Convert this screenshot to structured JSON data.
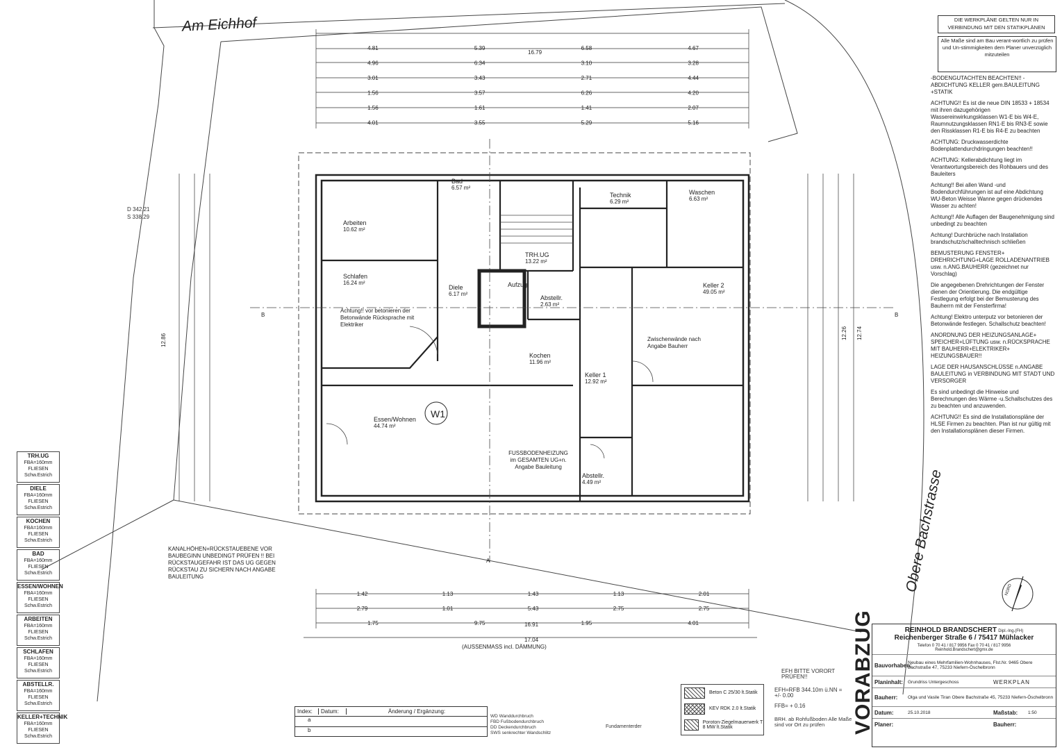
{
  "streets": {
    "north": "Am Eichhof",
    "east": "Obere Bachstrasse"
  },
  "notice": {
    "line1": "DIE WERKPLÄNE GELTEN NUR IN",
    "line2": "VERBINDUNG MIT DEN STATIKPLÄNEN",
    "check": "Alle Maße sind am Bau verant-wortlich zu prüfen und Un-stimmigkeiten dem Planer unverzüglich mitzuteilen"
  },
  "notes": [
    "-BODENGUTACHTEN BEACHTEN!! -ABDICHTUNG KELLER gem.BAULEITUNG +STATIK",
    "ACHTUNG!! Es ist die neue DIN 18533 + 18534 mit ihren dazugehörigen Wassereinwirkungsklassen W1-E bis W4-E, Raumnutzungsklassen RN1-E bis RN3-E sowie den Rissklassen R1-E bis R4-E zu beachten",
    "ACHTUNG: Druckwasserdichte Bodenplattendurchdringungen beachten!!",
    "ACHTUNG: Kellerabdichtung liegt im Verantwortungsbereich des Rohbauers und des Bauleiters",
    "Achtung!! Bei allen Wand -und Bodendurchführungen ist auf eine Abdichtung WU-Beton Weisse Wanne gegen drückendes Wasser zu achten!",
    "Achtung!! Alle Auflagen der Baugenehmigung sind unbedingt zu beachten",
    "Achtung! Durchbrüche nach Installation brandschutz/schalltechnisch schließen",
    "BEMUSTERUNG FENSTER+ DREHRICHTUNG+LAGE ROLLADENANTRIEB usw. n.ANG.BAUHERR (gezeichnet nur Vorschlag)",
    "Die angegebenen Drehrichtungen der Fenster dienen der Orientierung. Die endgültige Festlegung erfolgt bei der Bemusterung des Bauherrn mit der Fensterfirma!",
    "Achtung! Elektro unterputz vor betonieren der Betonwände festlegen. Schallschutz beachten!",
    "ANORDNUNG DER HEIZUNGSANLAGE+ SPEICHER+LÜFTUNG usw. n.RÜCKSPRACHE MIT BAUHERR+ELEKTRIKER+ HEIZUNGSBAUER!!",
    "LAGE DER HAUSANSCHLÜSSE n.ANGABE BAULEITUNG in VERBINDUNG MIT STADT UND VERSORGER",
    "Es sind unbedingt die Hinweise und Berechnungen des Wärme -u.Schallschutzes des zu beachten und anzuwenden.",
    "ACHTUNG!! Es sind die Installationspläne der HLSE Firmen zu beachten. Plan ist nur gültig mit den Installationsplänen dieser Firmen."
  ],
  "rooms": [
    {
      "name": "Arbeiten",
      "area": "10.62 m²"
    },
    {
      "name": "Bad",
      "area": "6.57 m²"
    },
    {
      "name": "Technik",
      "area": "6.29 m²"
    },
    {
      "name": "Waschen",
      "area": "6.63 m²"
    },
    {
      "name": "TRH.UG",
      "area": "13.22 m²"
    },
    {
      "name": "Schlafen",
      "area": "16.24 m²"
    },
    {
      "name": "Diele",
      "area": "6.17 m²"
    },
    {
      "name": "Aufzug",
      "area": ""
    },
    {
      "name": "Abstellr.",
      "area": "2.63 m²"
    },
    {
      "name": "Keller 2",
      "area": "49.05 m²"
    },
    {
      "name": "Kochen",
      "area": "11.96 m²"
    },
    {
      "name": "Keller 1",
      "area": "12.92 m²"
    },
    {
      "name": "Essen/Wohnen",
      "area": "44.74 m²"
    },
    {
      "name": "Abstellr.",
      "area": "4.49 m²"
    }
  ],
  "plan_labels": {
    "w1": "W1",
    "heating": "FUSSBODENHEIZUNG im GESAMTEN UG+n. Angabe Bauleitung",
    "achtung_beton": "Achtung!! vor betonieren der Betonwände Rücksprache mit Elektriker",
    "zwischenwaende": "Zwischenwände nach Angabe Bauherr",
    "kanal": "KANALHÖHEN+RÜCKSTAUEBENE VOR BAUBEGINN UNBEDINGT PRÜFEN !! BEI RÜCKSTAUGEFAHR IST DAS UG GEGEN RÜCKSTAU ZU SICHERN NACH ANGABE BAULEITUNG",
    "efh_note": "EFH BITTE VORORT PRÜFEN!!",
    "efh_values": "EFH=RFB 344.10m ü.NN = +/- 0.00",
    "ffb": "FFB= + 0.16",
    "brh": "BRH. ab Rohfußboden Alle Maße sind vor Ort zu prüfen",
    "d_label": "D 342.21",
    "s_label": "S 338.29",
    "total_dim": "17.04",
    "total_caption": "(AUSSENMASS incl. DÄMMUNG)",
    "top_total": "16.79",
    "bottom_total": "16.91",
    "right_total1": "12.26",
    "right_total2": "12.74",
    "left_total": "12.86",
    "section_b": "B",
    "section_a": "A"
  },
  "top_dims": [
    "4.81",
    "5.39",
    "6.58",
    "4.67",
    "4.96",
    "6.34",
    "3.10",
    "3.28",
    "3.01",
    "3.43",
    "2.71",
    "4.44",
    "1.56",
    "3.57",
    "6.26",
    "4.20",
    "1.56",
    "1.61",
    "1.41",
    "2.07",
    "4.01",
    "3.55",
    "5.29",
    "5.16"
  ],
  "bottom_dims": [
    "1.42",
    "1.13",
    "1.43",
    "1.13",
    "2.01",
    "2.79",
    "1.01",
    "5.43",
    "2.75",
    "2.75",
    "1.75",
    "9.75",
    "1.95",
    "4.01"
  ],
  "floors": [
    {
      "name": "TRH.UG",
      "lines": [
        "FBA=160mm",
        "FLIESEN",
        "Schw.Estrich"
      ]
    },
    {
      "name": "DIELE",
      "lines": [
        "FBA=160mm",
        "FLIESEN",
        "Schw.Estrich"
      ]
    },
    {
      "name": "KOCHEN",
      "lines": [
        "FBA=160mm",
        "FLIESEN",
        "Schw.Estrich"
      ]
    },
    {
      "name": "BAD",
      "lines": [
        "FBA=160mm",
        "FLIESEN",
        "Schw.Estrich"
      ]
    },
    {
      "name": "ESSEN/WOHNEN",
      "lines": [
        "FBA=160mm",
        "FLIESEN",
        "Schw.Estrich"
      ]
    },
    {
      "name": "ARBEITEN",
      "lines": [
        "FBA=160mm",
        "FLIESEN",
        "Schw.Estrich"
      ]
    },
    {
      "name": "SCHLAFEN",
      "lines": [
        "FBA=160mm",
        "FLIESEN",
        "Schw.Estrich"
      ]
    },
    {
      "name": "ABSTELLR.",
      "lines": [
        "FBA=160mm",
        "FLIESEN",
        "Schw.Estrich"
      ]
    },
    {
      "name": "KELLER+TECHNIK",
      "lines": [
        "FBA=160mm",
        "FLIESEN",
        "Schw.Estrich"
      ]
    }
  ],
  "legend": [
    {
      "label": "Beton C 25/30 lt.Statik"
    },
    {
      "label": "KEV RDK 2.0 lt.Statik"
    },
    {
      "label": "Poroton-Ziegelmauerwerk T 8 MW lt.Statik"
    }
  ],
  "index_table": {
    "col1": "Index:",
    "col2": "Datum:",
    "col3": "Änderung / Ergänzung:",
    "rows": [
      "a",
      "b"
    ]
  },
  "wall_legend": [
    "WD Wanddurchbruch",
    "FBD Fußbodendurchbruch",
    "DD Deckendurchbruch",
    "SWS senkrechter Wandschlitz"
  ],
  "fundament": "Fundamenterder",
  "title_block": {
    "company": "REINHOLD BRANDSCHERT",
    "suffix": "Dipl.-Ing.(FH)",
    "address": "Reichenberger Straße 6 / 75417 Mühlacker",
    "phone": "Telefon 0 70 41 / 817 9956   Fax 0 70 41 / 817 9956",
    "mail": "Reinhold.Brandschert@gmx.de",
    "bauvorhaben_label": "Bauvorhaben:",
    "bauvorhaben": "Neubau eines Mehrfamilien-Wohnhauses, Flst.Nr. 9465 Obere Bachstraße 47, 75233 Niefern-Öschelbronn",
    "planinhalt_label": "Planinhalt:",
    "planinhalt": "Grundriss Untergeschoss",
    "plantype": "WERKPLAN",
    "bauherr_label": "Bauherr:",
    "bauherr": "Olga und Vasile Tiran Obere Bachstraße 45, 75233 Niefern-Öschelbronn",
    "datum_label": "Datum:",
    "datum": "25.10.2018",
    "massstab_label": "Maßstab:",
    "massstab": "1:50",
    "planer_label": "Planer:",
    "bauherr2_label": "Bauherr:"
  },
  "stamp": "VORABZUG",
  "north": "NORD"
}
